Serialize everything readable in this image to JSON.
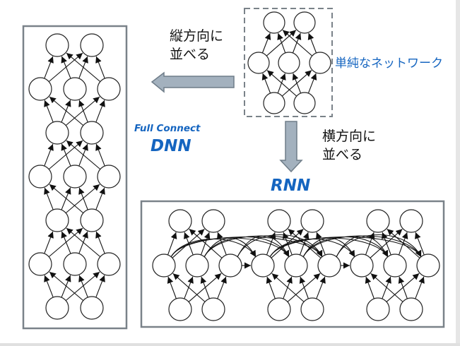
{
  "labels": {
    "vertical_stack_line1": "縦方向に",
    "vertical_stack_line2": "並べる",
    "simple_network": "単純なネットワーク",
    "full_connect": "Full Connect",
    "dnn": "DNN",
    "horizontal_stack_line1": "横方向に",
    "horizontal_stack_line2": "並べる",
    "rnn": "RNN"
  },
  "colors": {
    "accent_blue": "#1565c0",
    "arrow_fill": "#a3b1be",
    "arrow_stroke": "#6f7d89",
    "box_border": "#7a8289",
    "node_stroke": "#222222"
  },
  "networks": {
    "simple": {
      "layers": [
        2,
        3,
        2
      ],
      "border": "dashed"
    },
    "dnn": {
      "stacked_copies": 3,
      "layers_per_copy": [
        2,
        3,
        2
      ],
      "connection": "vertical"
    },
    "rnn": {
      "unrolled_copies": 3,
      "layers_per_copy": [
        2,
        3,
        2
      ],
      "connection": "horizontal-recurrent"
    }
  }
}
